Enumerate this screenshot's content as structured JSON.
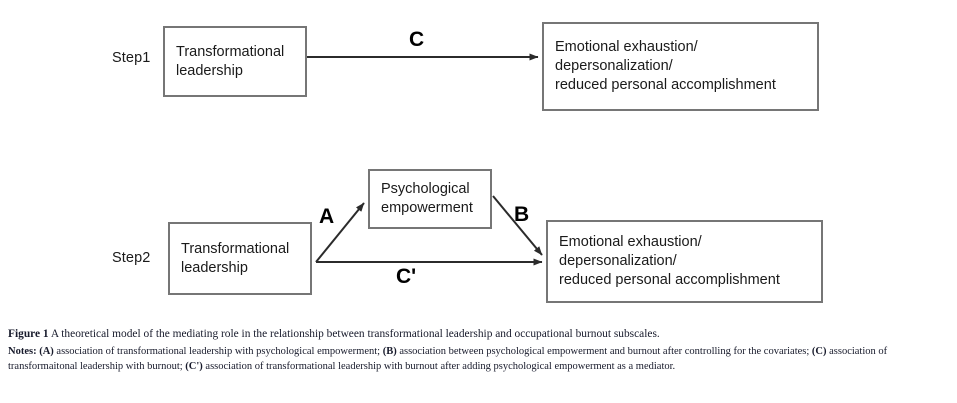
{
  "figure": {
    "step1": {
      "step_label": "Step1",
      "predictor": "Transformational\nleadership",
      "outcome": "Emotional exhaustion/\ndepersonalization/\nreduced personal accomplishment",
      "path_label": "C"
    },
    "step2": {
      "step_label": "Step2",
      "predictor": "Transformational\nleadership",
      "mediator": "Psychological\nempowerment",
      "outcome": "Emotional exhaustion/\ndepersonalization/\nreduced personal accomplishment",
      "path_label_a": "A",
      "path_label_b": "B",
      "path_label_cprime": "C'"
    },
    "colors": {
      "box_border": "#767676",
      "arrow": "#2b2b2b",
      "text": "#1a1a1a",
      "caption_text": "#171a2b",
      "background": "#ffffff"
    }
  },
  "caption": {
    "figure_number": "Figure 1",
    "title": " A theoretical model of the mediating role in the relationship between transformational leadership and occupational burnout subscales.",
    "notes_label": "Notes:",
    "notes_segments": [
      {
        "bold": " (A)",
        "text": " association of transformational leadership with psychological empowerment;"
      },
      {
        "bold": " (B)",
        "text": " association between psychological empowerment and burnout after controlling for the covariates;"
      },
      {
        "bold": " (C)",
        "text": " association of transformaitonal leadership with burnout;"
      },
      {
        "bold": " (C')",
        "text": " association of transformational leadership with burnout after adding psychological empowerment as a mediator."
      }
    ]
  }
}
